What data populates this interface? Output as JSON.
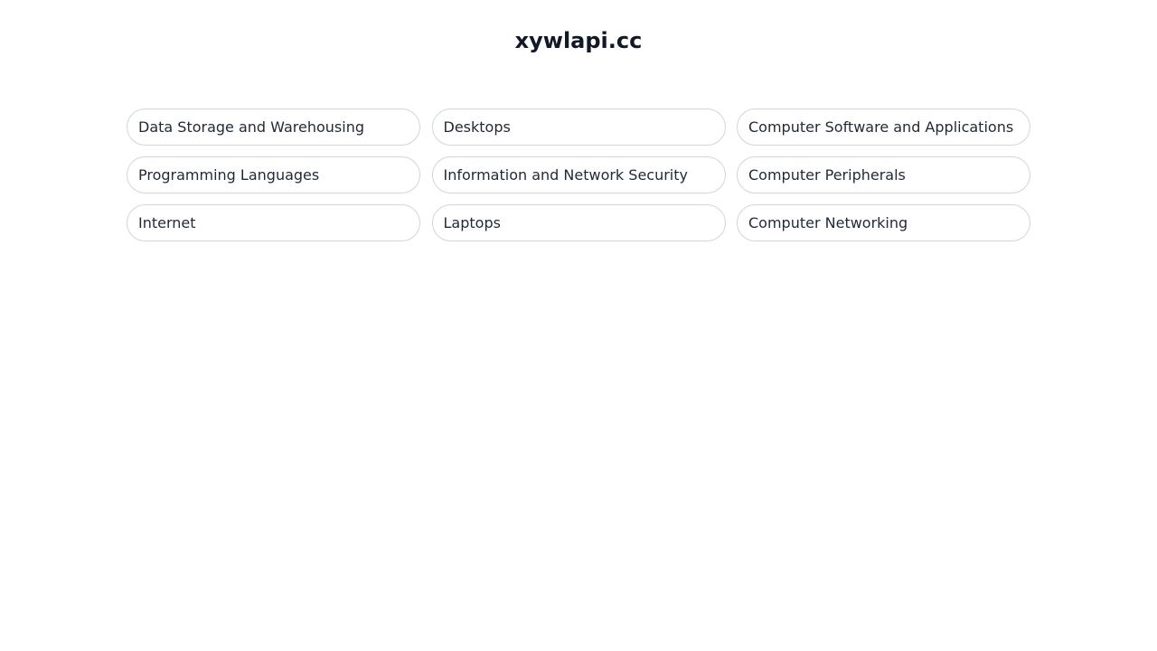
{
  "site": {
    "title": "xywlapi.cc"
  },
  "categories": [
    {
      "label": "Data Storage and Warehousing"
    },
    {
      "label": "Desktops"
    },
    {
      "label": "Computer Software and Applications"
    },
    {
      "label": "Programming Languages"
    },
    {
      "label": "Information and Network Security"
    },
    {
      "label": "Computer Peripherals"
    },
    {
      "label": "Internet"
    },
    {
      "label": "Laptops"
    },
    {
      "label": "Computer Networking"
    }
  ]
}
